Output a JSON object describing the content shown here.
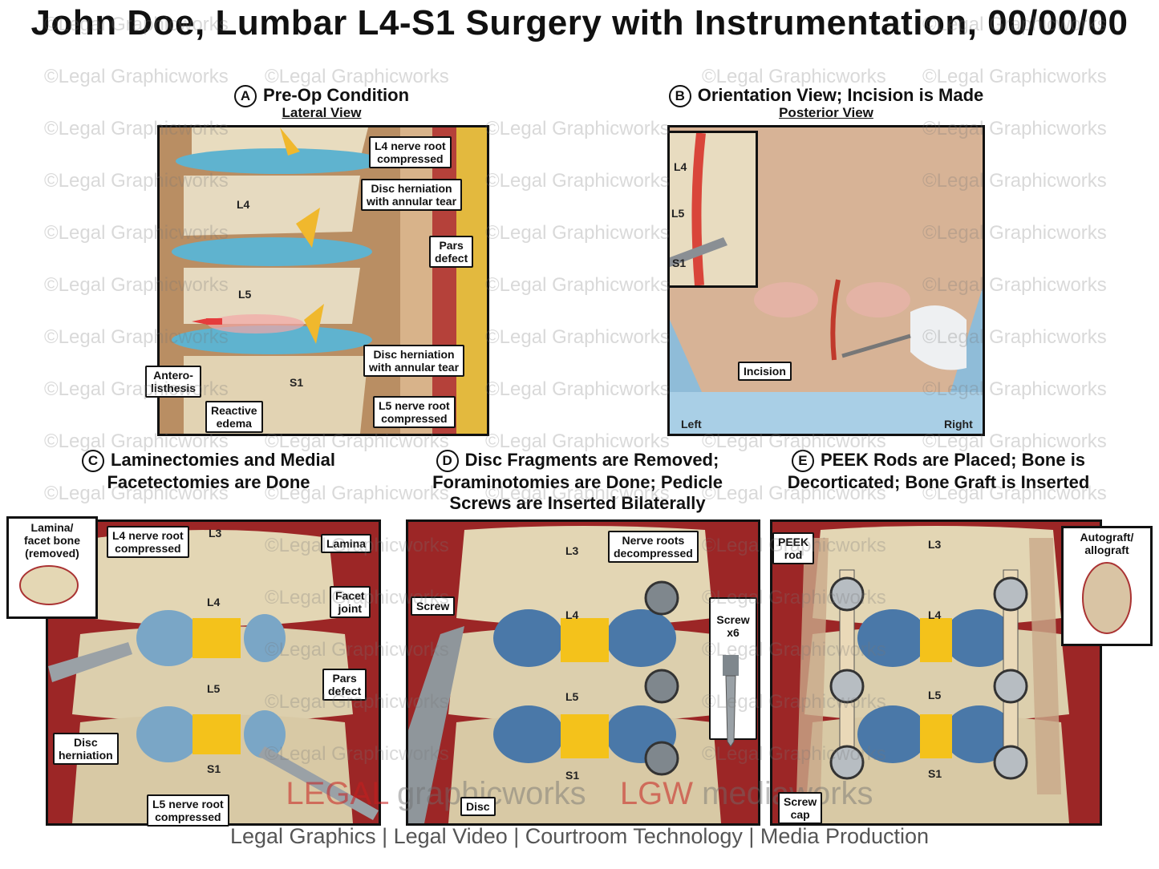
{
  "title": "John Doe, Lumbar L4-S1 Surgery with Instrumentation, 00/00/00",
  "watermark": "©Legal Graphicworks",
  "panels": {
    "a": {
      "letter": "A",
      "title": "Pre-Op Condition",
      "view": "Lateral View",
      "labels": {
        "l4_root": "L4 nerve root\ncompressed",
        "disc_herniation_top": "Disc herniation\nwith annular tear",
        "pars": "Pars\ndefect",
        "disc_herniation_bottom": "Disc herniation\nwith annular tear",
        "l5_root": "L5 nerve root\ncompressed",
        "anterolisthesis": "Antero-\nlisthesis",
        "edema": "Reactive\nedema"
      },
      "vertebrae": {
        "l4": "L4",
        "l5": "L5",
        "s1": "S1"
      }
    },
    "b": {
      "letter": "B",
      "title": "Orientation View; Incision is Made",
      "view": "Posterior View",
      "labels": {
        "incision": "Incision",
        "left": "Left",
        "right": "Right"
      },
      "vertebrae": {
        "l4": "L4",
        "l5": "L5",
        "s1": "S1"
      }
    },
    "c": {
      "letter": "C",
      "title_line1": "Laminectomies and Medial",
      "title_line2": "Facetectomies are Done",
      "labels": {
        "lamina_removed": "Lamina/\nfacet bone\n(removed)",
        "l4_root": "L4 nerve root\ncompressed",
        "lamina": "Lamina",
        "facet": "Facet\njoint",
        "pars": "Pars\ndefect",
        "disc": "Disc\nherniation",
        "l5_root": "L5 nerve root\ncompressed"
      },
      "vertebrae": {
        "l3": "L3",
        "l4": "L4",
        "l5": "L5",
        "s1": "S1"
      }
    },
    "d": {
      "letter": "D",
      "title_line1": "Disc Fragments are Removed;",
      "title_line2": "Foraminotomies are Done; Pedicle",
      "title_line3": "Screws are Inserted Bilaterally",
      "labels": {
        "screw": "Screw",
        "nerve_roots": "Nerve roots\ndecompressed",
        "screw_x6": "Screw\nx6",
        "disc": "Disc"
      },
      "vertebrae": {
        "l3": "L3",
        "l4": "L4",
        "l5": "L5",
        "s1": "S1"
      }
    },
    "e": {
      "letter": "E",
      "title_line1": "PEEK Rods are Placed; Bone is",
      "title_line2": "Decorticated; Bone Graft is Inserted",
      "labels": {
        "peek": "PEEK\nrod",
        "autograft": "Autograft/\nallograft",
        "screw_cap": "Screw\ncap"
      },
      "vertebrae": {
        "l3": "L3",
        "l4": "L4",
        "l5": "L5",
        "s1": "S1"
      }
    }
  },
  "brand": {
    "legal": "LEGAL",
    "graphicworks": " graphicworks",
    "lgw": "LGW",
    "mediaworks": " mediaworks"
  },
  "footer": "Legal Graphics | Legal Video | Courtroom Technology | Media Production"
}
